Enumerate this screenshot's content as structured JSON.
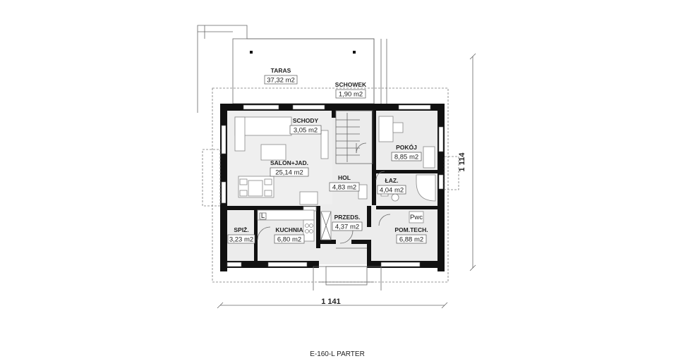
{
  "rooms": {
    "taras": {
      "name": "TARAS",
      "area": "37,32 m2"
    },
    "schowek": {
      "name": "SCHOWEK",
      "area": "1,90 m2"
    },
    "schody": {
      "name": "SCHODY",
      "area": "3,05 m2"
    },
    "salon": {
      "name": "SALON+JAD.",
      "area": "25,14 m2"
    },
    "pokoj": {
      "name": "POKÓJ",
      "area": "8,85 m2"
    },
    "hol": {
      "name": "HOL",
      "area": "4,83 m2"
    },
    "laz": {
      "name": "ŁAZ.",
      "area": "4,04 m2"
    },
    "spiz": {
      "name": "SPIŻ.",
      "area": "3,23 m2"
    },
    "kuchnia": {
      "name": "KUCHNIA",
      "area": "6,80 m2"
    },
    "przeds": {
      "name": "PRZEDS.",
      "area": "4,37 m2"
    },
    "pomtech": {
      "name": "POM.TECH.",
      "area": "6,88 m2"
    }
  },
  "dimensions": {
    "width": "1 141",
    "height": "1 114"
  },
  "caption": "E-160-L PARTER",
  "fixtures": {
    "fridge_label": "L",
    "boiler_label": "Pwc"
  }
}
